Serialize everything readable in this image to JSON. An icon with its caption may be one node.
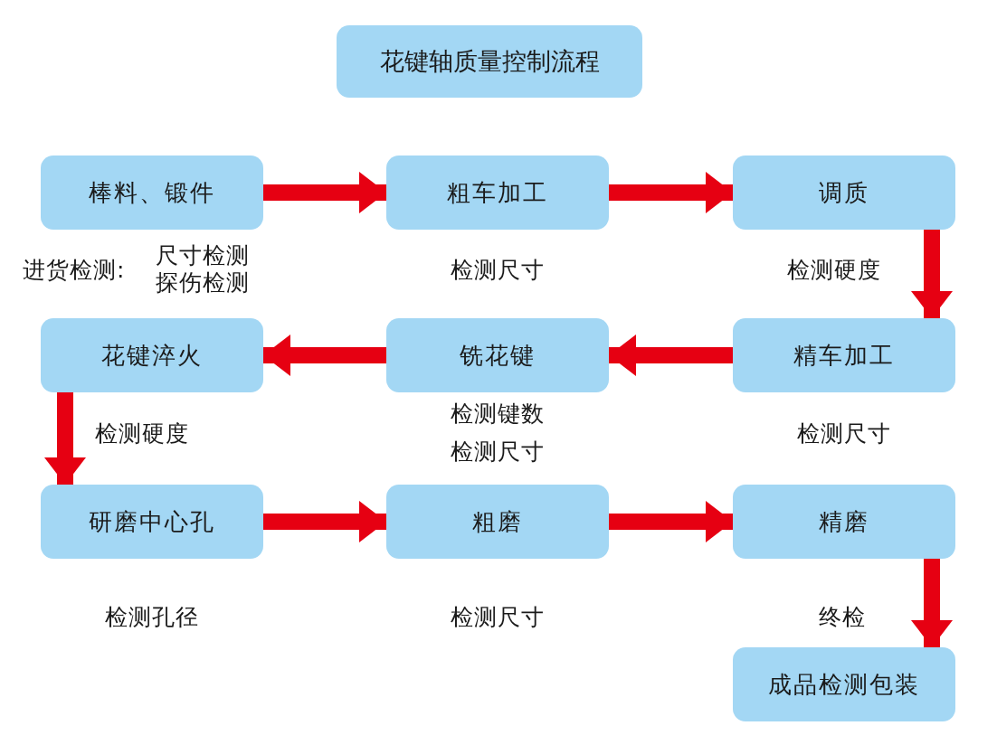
{
  "diagram": {
    "title": "花键轴质量控制流程",
    "nodes": [
      {
        "text": [
          "棒料、锻件"
        ],
        "beside": [
          "进货检测:",
          "尺寸检测",
          "探伤检测"
        ]
      },
      {
        "text": [
          "粗车加工"
        ],
        "beside": [
          "检测尺寸"
        ]
      },
      {
        "text": [
          "调质"
        ],
        "beside": [
          "检测硬度"
        ]
      },
      {
        "text": [
          "精车加工"
        ],
        "beside": [
          "检测尺寸"
        ]
      },
      {
        "text": [
          "铣花键"
        ],
        "beside": [
          "检测键数",
          "检测尺寸"
        ]
      },
      {
        "text": [
          "花键淬火"
        ],
        "beside": [
          "检测硬度"
        ]
      },
      {
        "text": [
          "研磨中心孔"
        ],
        "beside": [
          "检测孔径"
        ]
      },
      {
        "text": [
          "粗磨"
        ],
        "beside": [
          "检测尺寸"
        ]
      },
      {
        "text": [
          "精磨"
        ]
      },
      {
        "text": [
          "成品检测包装"
        ],
        "beside": [
          "终检"
        ]
      }
    ],
    "edges": [
      {
        "from": 0,
        "to": 1,
        "arrow": "to"
      },
      {
        "from": 1,
        "to": 2,
        "arrow": "to"
      },
      {
        "from": 2,
        "to": 3,
        "arrow": "to"
      },
      {
        "from": 3,
        "to": 4,
        "arrow": "to"
      },
      {
        "from": 4,
        "to": 5,
        "arrow": "to"
      },
      {
        "from": 5,
        "to": 6,
        "arrow": "to"
      },
      {
        "from": 6,
        "to": 7,
        "arrow": "to"
      },
      {
        "from": 7,
        "to": 8,
        "arrow": "to"
      },
      {
        "from": 8,
        "to": 9,
        "arrow": "to"
      }
    ]
  }
}
